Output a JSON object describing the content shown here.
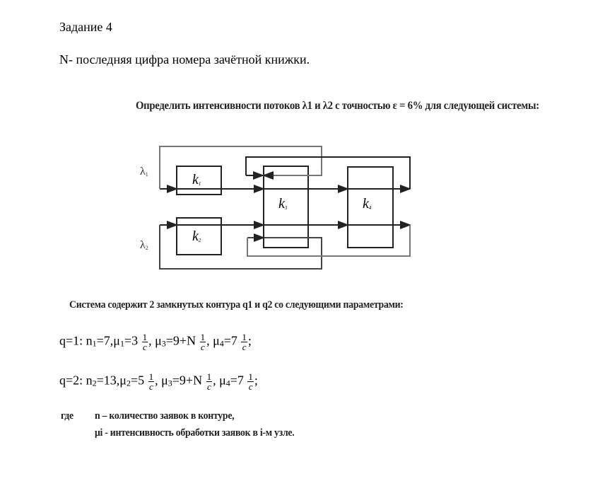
{
  "heading": "Задание 4",
  "note": "N- последняя цифра номера зачётной книжки.",
  "task": "Определить интенсивности потоков λ1 и λ2 с точностью ε = 6% для следующей системы:",
  "diagram": {
    "lambda1": "λ",
    "lambda1_sub": "1",
    "lambda2": "λ",
    "lambda2_sub": "2",
    "nodes": [
      {
        "label": "k",
        "sub": "1"
      },
      {
        "label": "k",
        "sub": "2"
      },
      {
        "label": "k",
        "sub": "3"
      },
      {
        "label": "k",
        "sub": "4"
      }
    ]
  },
  "system_text": "Система содержит 2 замкнутых контура q1 и q2 со следующими параметрами:",
  "q1": {
    "prefix": "q=1: n",
    "n_sub": "1",
    "a": "=7,μ",
    "a_sub": "1",
    "b": "=3",
    "c": ", μ",
    "c_sub": "3",
    "d": "=9+N",
    "e": ", μ",
    "e_sub": "4",
    "f": "=7",
    "end": ";"
  },
  "q2": {
    "prefix": "q=2: n",
    "n_sub": "2",
    "a": "=13,μ",
    "a_sub": "2",
    "b": "=5",
    "c": ", μ",
    "c_sub": "3",
    "d": "=9+N",
    "e": ", μ",
    "e_sub": "4",
    "f": "=7",
    "end": ";"
  },
  "unit": {
    "num": "1",
    "den": "c"
  },
  "where": "где",
  "def_n": "n – количество заявок в контуре,",
  "def_mu": "μi - интенсивность обработки заявок в i-м узле."
}
